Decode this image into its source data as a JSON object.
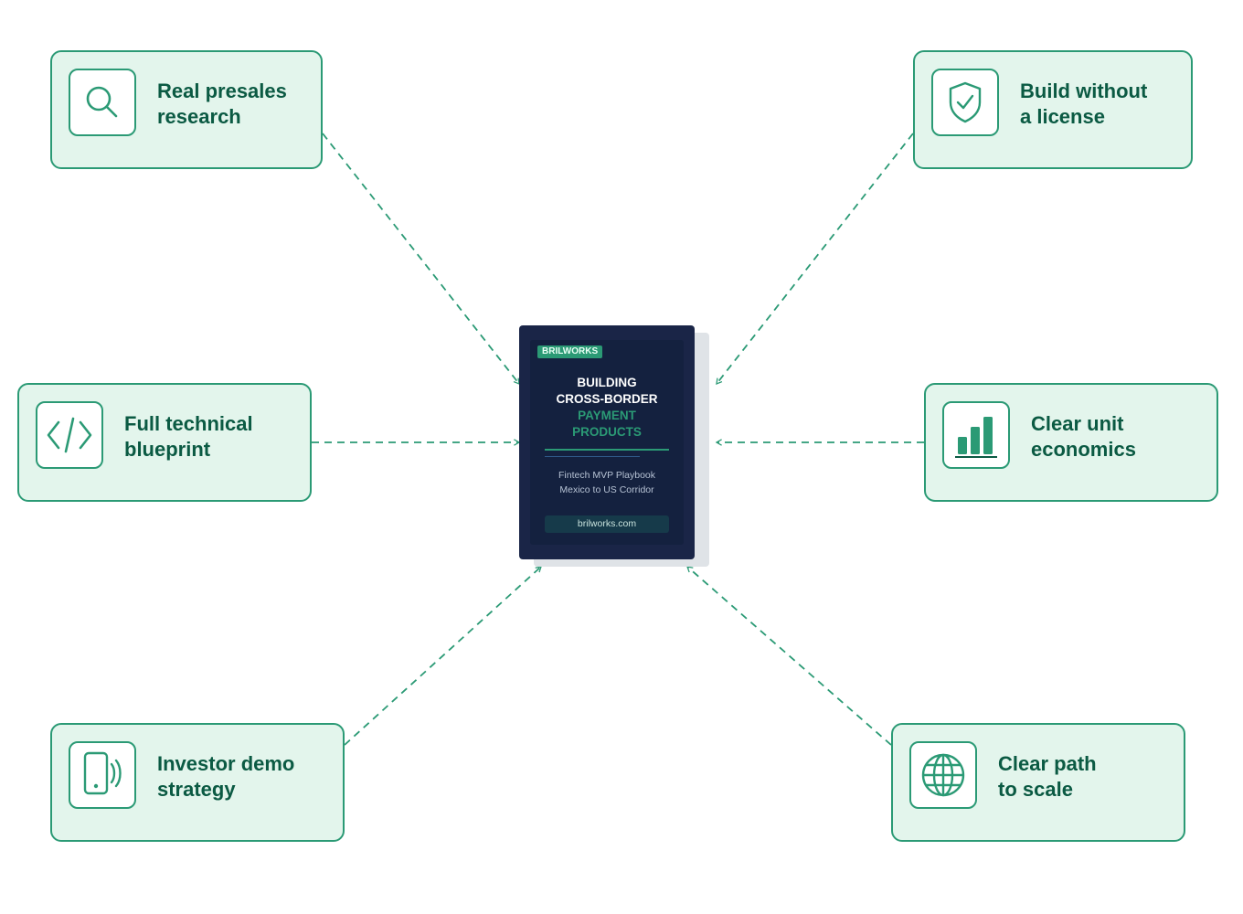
{
  "colors": {
    "accent": "#2b9a75",
    "card_fill": "#e3f5ec",
    "card_text": "#0b5a43",
    "book_cover": "#1a2547",
    "book_inner": "#14213f"
  },
  "center": {
    "brand": "BRILWORKS",
    "title_line1": "BUILDING",
    "title_line2": "CROSS-BORDER",
    "title_line3": "PAYMENT",
    "title_line4": "PRODUCTS",
    "subtitle_line1": "Fintech MVP Playbook",
    "subtitle_line2": "Mexico to US Corridor",
    "url": "brilworks.com"
  },
  "nodes": [
    {
      "icon": "search-icon",
      "line1": "Real presales",
      "line2": "research"
    },
    {
      "icon": "shield-check-icon",
      "line1": "Build without",
      "line2": "a license"
    },
    {
      "icon": "code-icon",
      "line1": "Full technical",
      "line2": "blueprint"
    },
    {
      "icon": "bar-chart-icon",
      "line1": "Clear unit",
      "line2": "economics"
    },
    {
      "icon": "mobile-signal-icon",
      "line1": "Investor demo",
      "line2": "strategy"
    },
    {
      "icon": "globe-icon",
      "line1": "Clear path",
      "line2": "to scale"
    }
  ]
}
